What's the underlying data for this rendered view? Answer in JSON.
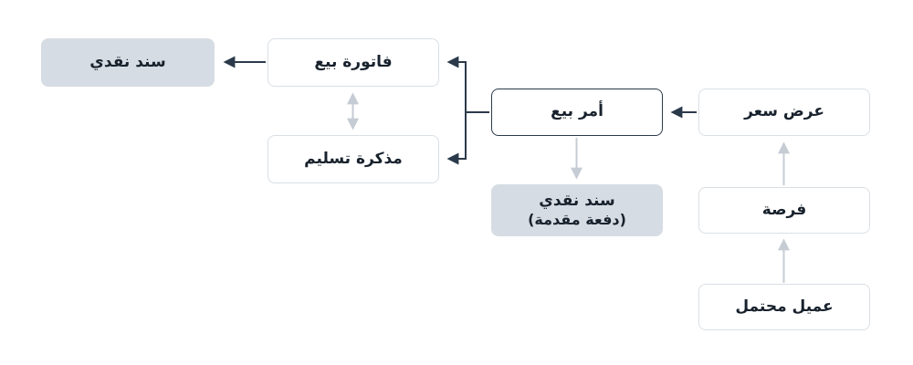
{
  "diagram": {
    "title": "sales-process-flowchart",
    "nodes": {
      "payment_entry": {
        "label": "سند نقدي"
      },
      "sales_invoice": {
        "label": "فاتورة بيع"
      },
      "delivery_note": {
        "label": "مذكرة تسليم"
      },
      "sales_order": {
        "label": "أمر بيع"
      },
      "advance_payment": {
        "label": "سند نقدي",
        "sublabel": "(دفعة مقدمة)"
      },
      "quotation": {
        "label": "عرض سعر"
      },
      "opportunity": {
        "label": "فرصة"
      },
      "lead": {
        "label": "عميل محتمل"
      }
    },
    "colors": {
      "background": "#ffffff",
      "node_fill": "#ffffff",
      "node_border": "#dadfe4",
      "highlight_fill": "#d6dce3",
      "emphasis_border": "#2b3a4a",
      "arrow_dark": "#2b3a4a",
      "arrow_light": "#c6ccd4",
      "text": "#18222d"
    }
  }
}
